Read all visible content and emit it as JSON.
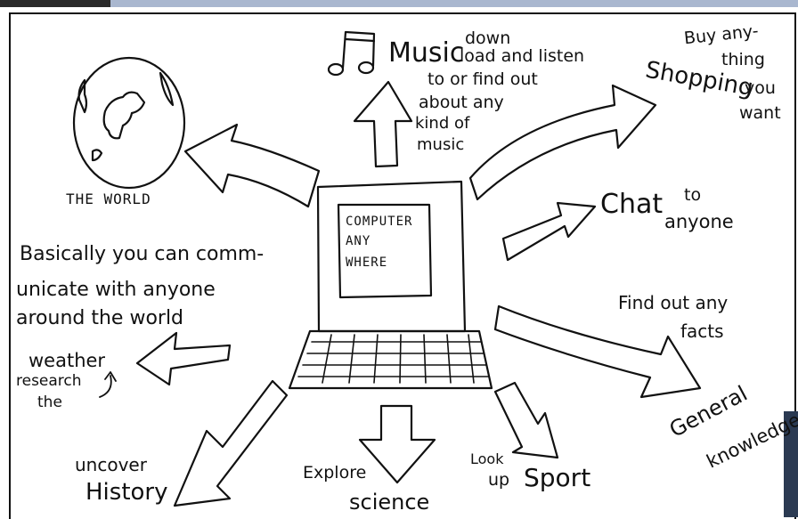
{
  "screen": {
    "lines": [
      "COMPUTER",
      "ANY",
      "WHERE"
    ]
  },
  "world_label": "THE WORLD",
  "music": {
    "title": "Music",
    "desc": [
      "down",
      "load and listen",
      "to or find out",
      "about any",
      "kind of",
      "music"
    ]
  },
  "shopping": {
    "title": "Shopping",
    "desc": [
      "Buy any-",
      "thing",
      "you",
      "want"
    ]
  },
  "chat": {
    "title": "Chat",
    "desc": [
      "to",
      "anyone"
    ]
  },
  "communicate": [
    "Basically you can comm-",
    "unicate with anyone",
    "around the world"
  ],
  "weather": [
    "weather",
    "research",
    "the"
  ],
  "facts": [
    "Find out any",
    "facts"
  ],
  "general_knowledge": [
    "General",
    "knowledge"
  ],
  "history": [
    "uncover",
    "History"
  ],
  "science": [
    "Explore",
    "science"
  ],
  "sport": {
    "small": [
      "Look",
      "up"
    ],
    "title": "Sport"
  },
  "colors": {
    "ink": "#111111",
    "paper": "#ffffff",
    "topbar": "#a9b7cf",
    "corner": "#2b3a52"
  }
}
